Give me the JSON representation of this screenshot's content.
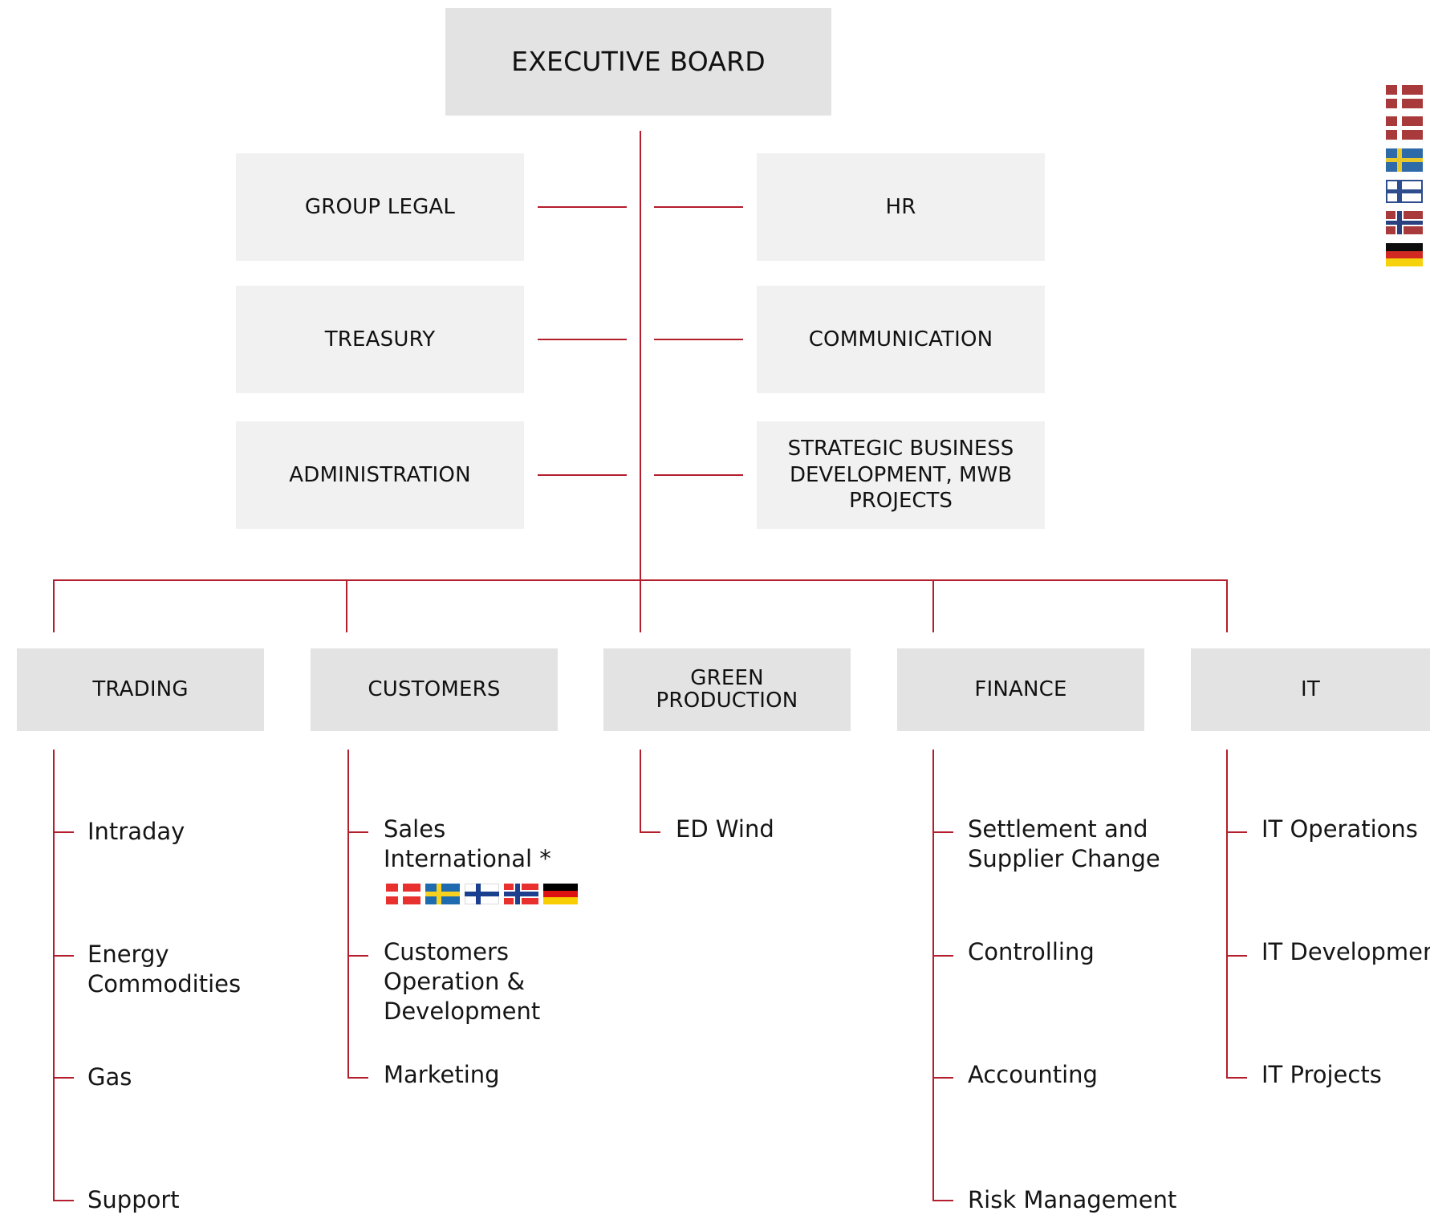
{
  "executive": "EXECUTIVE BOARD",
  "staff_left": [
    "GROUP LEGAL",
    "TREASURY",
    "ADMINISTRATION"
  ],
  "staff_right": [
    "HR",
    "COMMUNICATION",
    "STRATEGIC BUSINESS DEVELOPMENT, MWB PROJECTS"
  ],
  "departments": [
    {
      "name": "TRADING",
      "items": [
        "Intraday",
        "Energy Commodities",
        "Gas",
        "Support"
      ]
    },
    {
      "name": "CUSTOMERS",
      "items": [
        "Sales International *",
        "Customers Operation & Development",
        "Marketing"
      ]
    },
    {
      "name": "GREEN PRODUCTION",
      "items": [
        "ED Wind"
      ]
    },
    {
      "name": "FINANCE",
      "items": [
        "Settlement and Supplier Change",
        "Controlling",
        "Accounting",
        "Risk Management"
      ]
    },
    {
      "name": "IT",
      "items": [
        "IT Operations",
        "IT Development",
        "IT Projects"
      ]
    }
  ],
  "sales_flags": [
    "denmark-flag-icon",
    "sweden-flag-icon",
    "finland-flag-icon",
    "norway-flag-icon",
    "germany-flag-icon"
  ],
  "side_flags": [
    "denmark-flag-icon",
    "denmark-flag-icon",
    "sweden-flag-icon",
    "finland-flag-icon",
    "norway-flag-icon",
    "germany-flag-icon"
  ],
  "colors": {
    "connector": "#b41d2b",
    "exec_box": "#e3e3e3",
    "staff_box": "#f1f1f1",
    "dept_box": "#e3e3e3"
  }
}
